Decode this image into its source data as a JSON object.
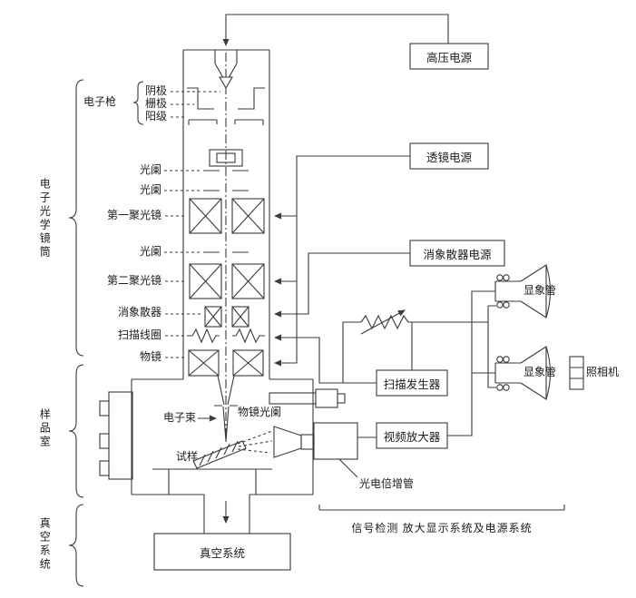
{
  "labels": {
    "hv_supply": "高压电源",
    "lens_supply": "透镜电源",
    "stig_supply": "消象散器电源",
    "scan_generator": "扫描发生器",
    "video_amplifier": "视频放大器",
    "vacuum_box": "真空系统",
    "gun_group": "电子枪",
    "cathode": "阴极",
    "grid": "栅极",
    "anode": "阳级",
    "aperture1": "光阑",
    "aperture2": "光阑",
    "condenser1": "第一聚光镜",
    "aperture3": "光阑",
    "condenser2": "第二聚光镜",
    "stigmator": "消象散器",
    "scan_coils": "扫描线圈",
    "objective": "物镜",
    "electron_beam": "电子束",
    "objective_aperture": "物镜光阑",
    "specimen": "试样",
    "pm_tube": "光电倍增管",
    "crt_top": "显象管",
    "crt_bottom": "显象管",
    "camera": "照相机",
    "section_column": "电子光学镜筒",
    "section_chamber": "样品室",
    "section_vacuum": "真空系统",
    "bottom_caption": "信号检测 放大显示系统及电源系统"
  },
  "colors": {
    "line": "#3a3a3a",
    "background": "#ffffff"
  }
}
